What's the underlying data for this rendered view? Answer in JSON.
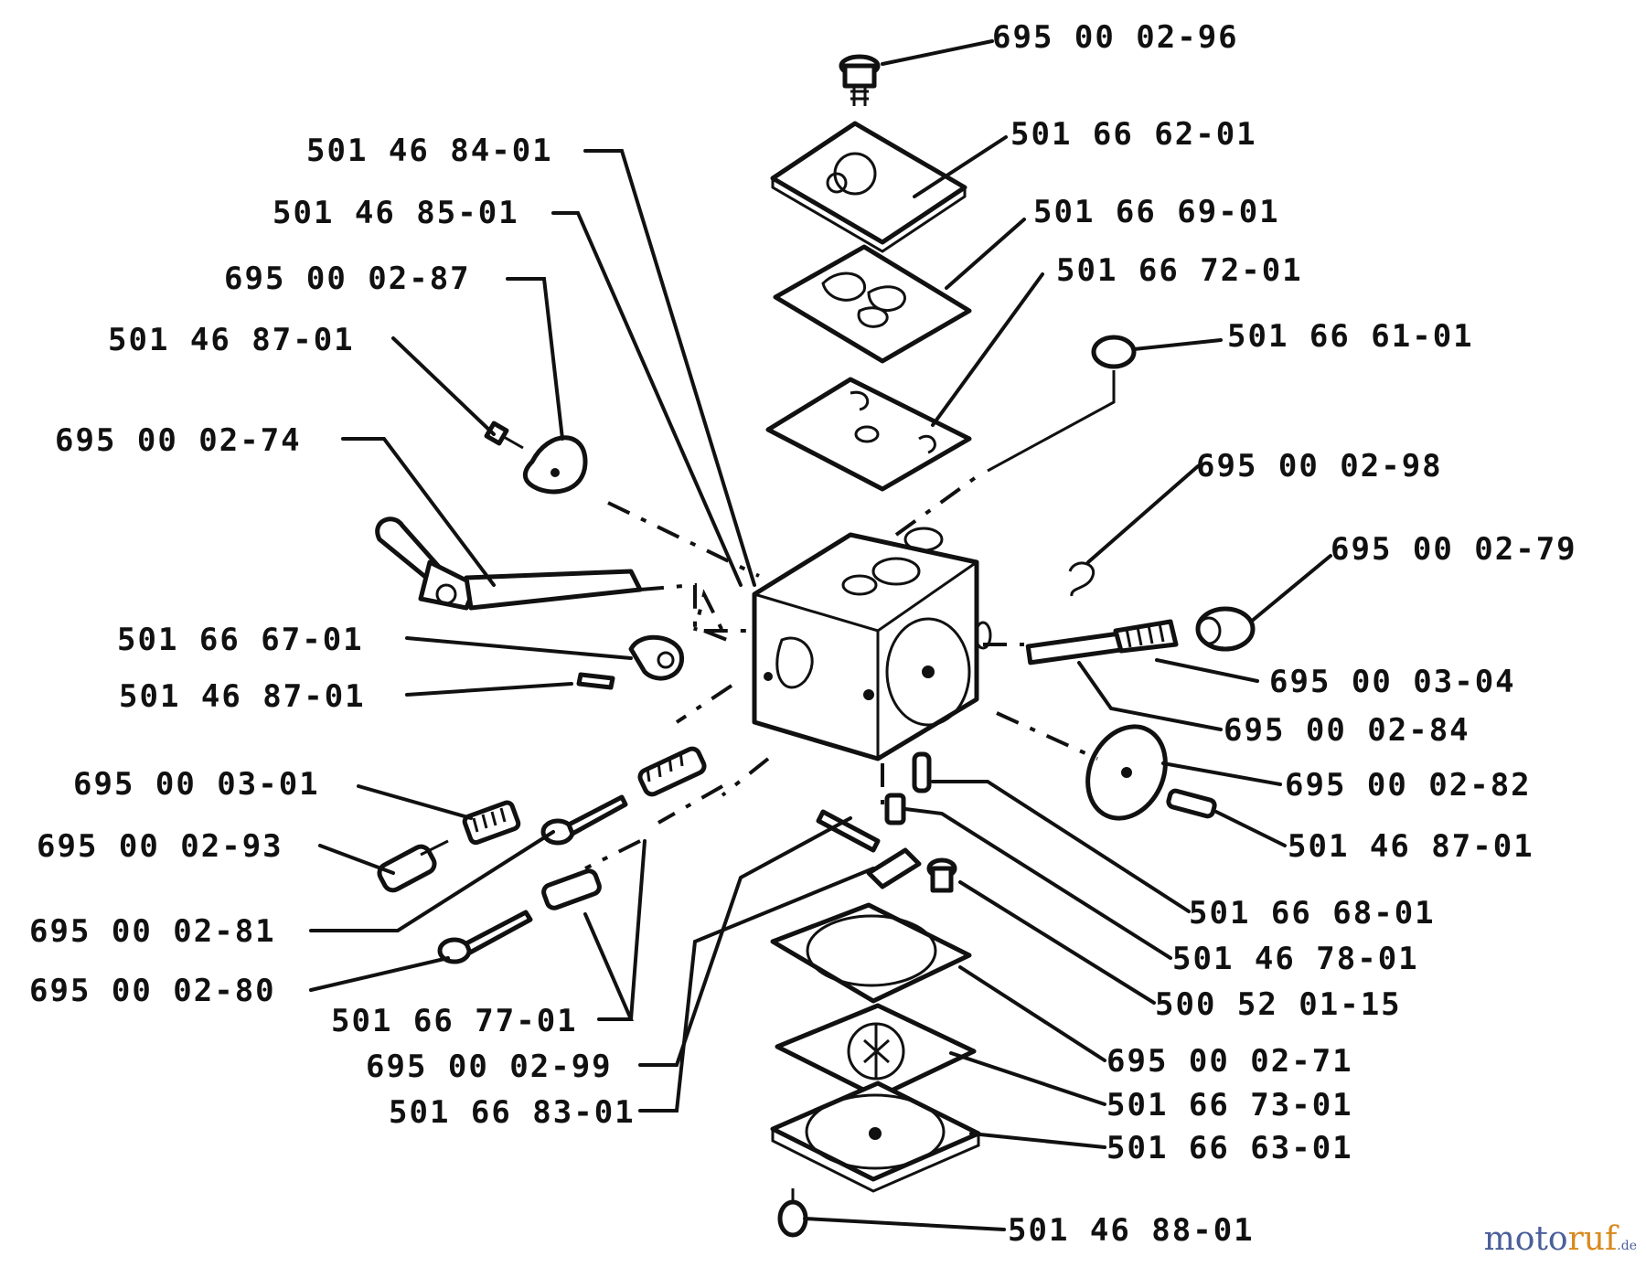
{
  "part_numbers": {
    "p01": "695 00 02-96",
    "p02": "501 66 62-01",
    "p03": "501 46 84-01",
    "p04": "501 46 85-01",
    "p05": "501 66 69-01",
    "p06": "695 00 02-87",
    "p07": "501 66 72-01",
    "p08": "501 46 87-01",
    "p09": "501 66 61-01",
    "p10": "695 00 02-74",
    "p11": "695 00 02-98",
    "p12": "695 00 02-79",
    "p13": "501 66 67-01",
    "p14": "695 00 03-04",
    "p15": "501 46 87-01",
    "p16": "695 00 02-84",
    "p17": "695 00 03-01",
    "p18": "695 00 02-82",
    "p19": "695 00 02-93",
    "p20": "501 46 87-01",
    "p21": "501 66 68-01",
    "p22": "695 00 02-81",
    "p23": "501 46 78-01",
    "p24": "695 00 02-80",
    "p25": "500 52 01-15",
    "p26": "501 66 77-01",
    "p27": "695 00 02-71",
    "p28": "695 00 02-99",
    "p29": "501 66 73-01",
    "p30": "501 66 83-01",
    "p31": "501 66 63-01",
    "p32": "501 46 88-01"
  },
  "watermark": {
    "main": "moto",
    "accent": "ruf",
    "tld": ".de"
  }
}
